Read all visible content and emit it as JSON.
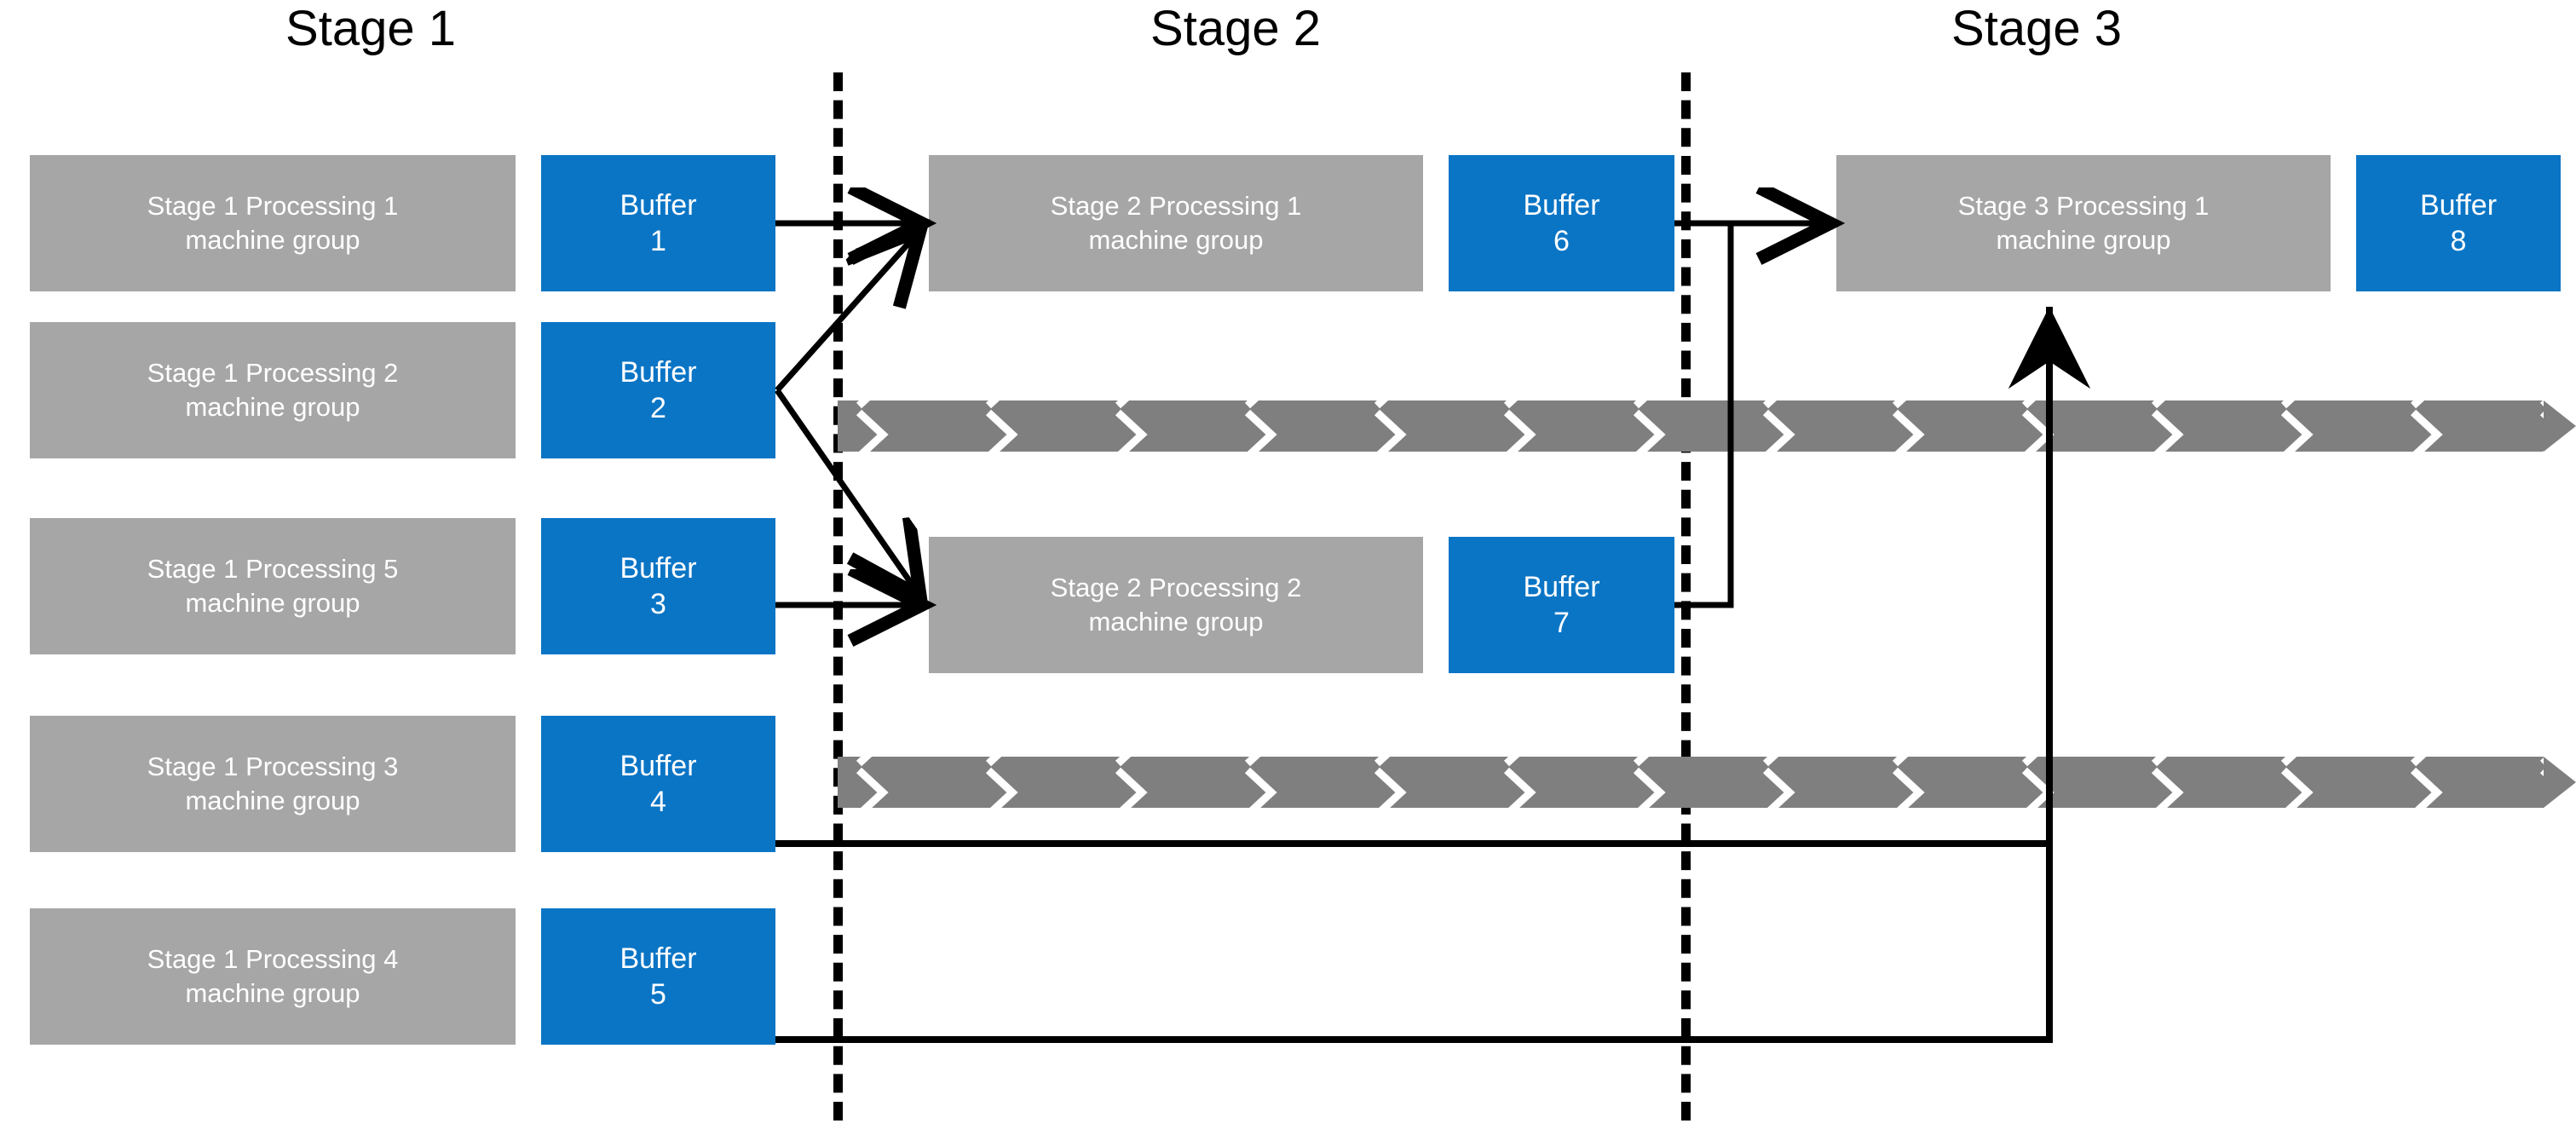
{
  "diagram": {
    "title_row": [
      {
        "label": "Stage 1"
      },
      {
        "label": "Stage 2"
      },
      {
        "label": "Stage 3"
      }
    ],
    "stage1": {
      "processing": [
        {
          "line1": "Stage 1 Processing 1",
          "line2": "machine group"
        },
        {
          "line1": "Stage 1 Processing 2",
          "line2": "machine group"
        },
        {
          "line1": "Stage 1 Processing 5",
          "line2": "machine group"
        },
        {
          "line1": "Stage 1 Processing 3",
          "line2": "machine group"
        },
        {
          "line1": "Stage 1 Processing 4",
          "line2": "machine group"
        }
      ],
      "buffers": [
        {
          "line1": "Buffer",
          "line2": "1"
        },
        {
          "line1": "Buffer",
          "line2": "2"
        },
        {
          "line1": "Buffer",
          "line2": "3"
        },
        {
          "line1": "Buffer",
          "line2": "4"
        },
        {
          "line1": "Buffer",
          "line2": "5"
        }
      ]
    },
    "stage2": {
      "processing": [
        {
          "line1": "Stage 2 Processing 1",
          "line2": "machine group"
        },
        {
          "line1": "Stage 2 Processing 2",
          "line2": "machine group"
        }
      ],
      "buffers": [
        {
          "line1": "Buffer",
          "line2": "6"
        },
        {
          "line1": "Buffer",
          "line2": "7"
        }
      ]
    },
    "stage3": {
      "processing": [
        {
          "line1": "Stage 3 Processing 1",
          "line2": "machine group"
        }
      ],
      "buffers": [
        {
          "line1": "Buffer",
          "line2": "8"
        }
      ]
    },
    "colors": {
      "processing_fill": "#a6a6a6",
      "buffer_fill": "#0b75c5",
      "bypass_band": "#7f7f7f",
      "connector": "#000000",
      "divider": "#000000",
      "label_text": "#ffffff",
      "title_text": "#000000",
      "background": "#ffffff"
    },
    "bypass_lanes": [
      {
        "row": 2,
        "note": "bypass conveyor from Buffer 2 to right edge"
      },
      {
        "row": 4,
        "note": "bypass conveyor from Buffer 4 to right edge"
      }
    ],
    "dividers": [
      {
        "name": "stage1-stage2-divider"
      },
      {
        "name": "stage2-stage3-divider"
      }
    ]
  }
}
